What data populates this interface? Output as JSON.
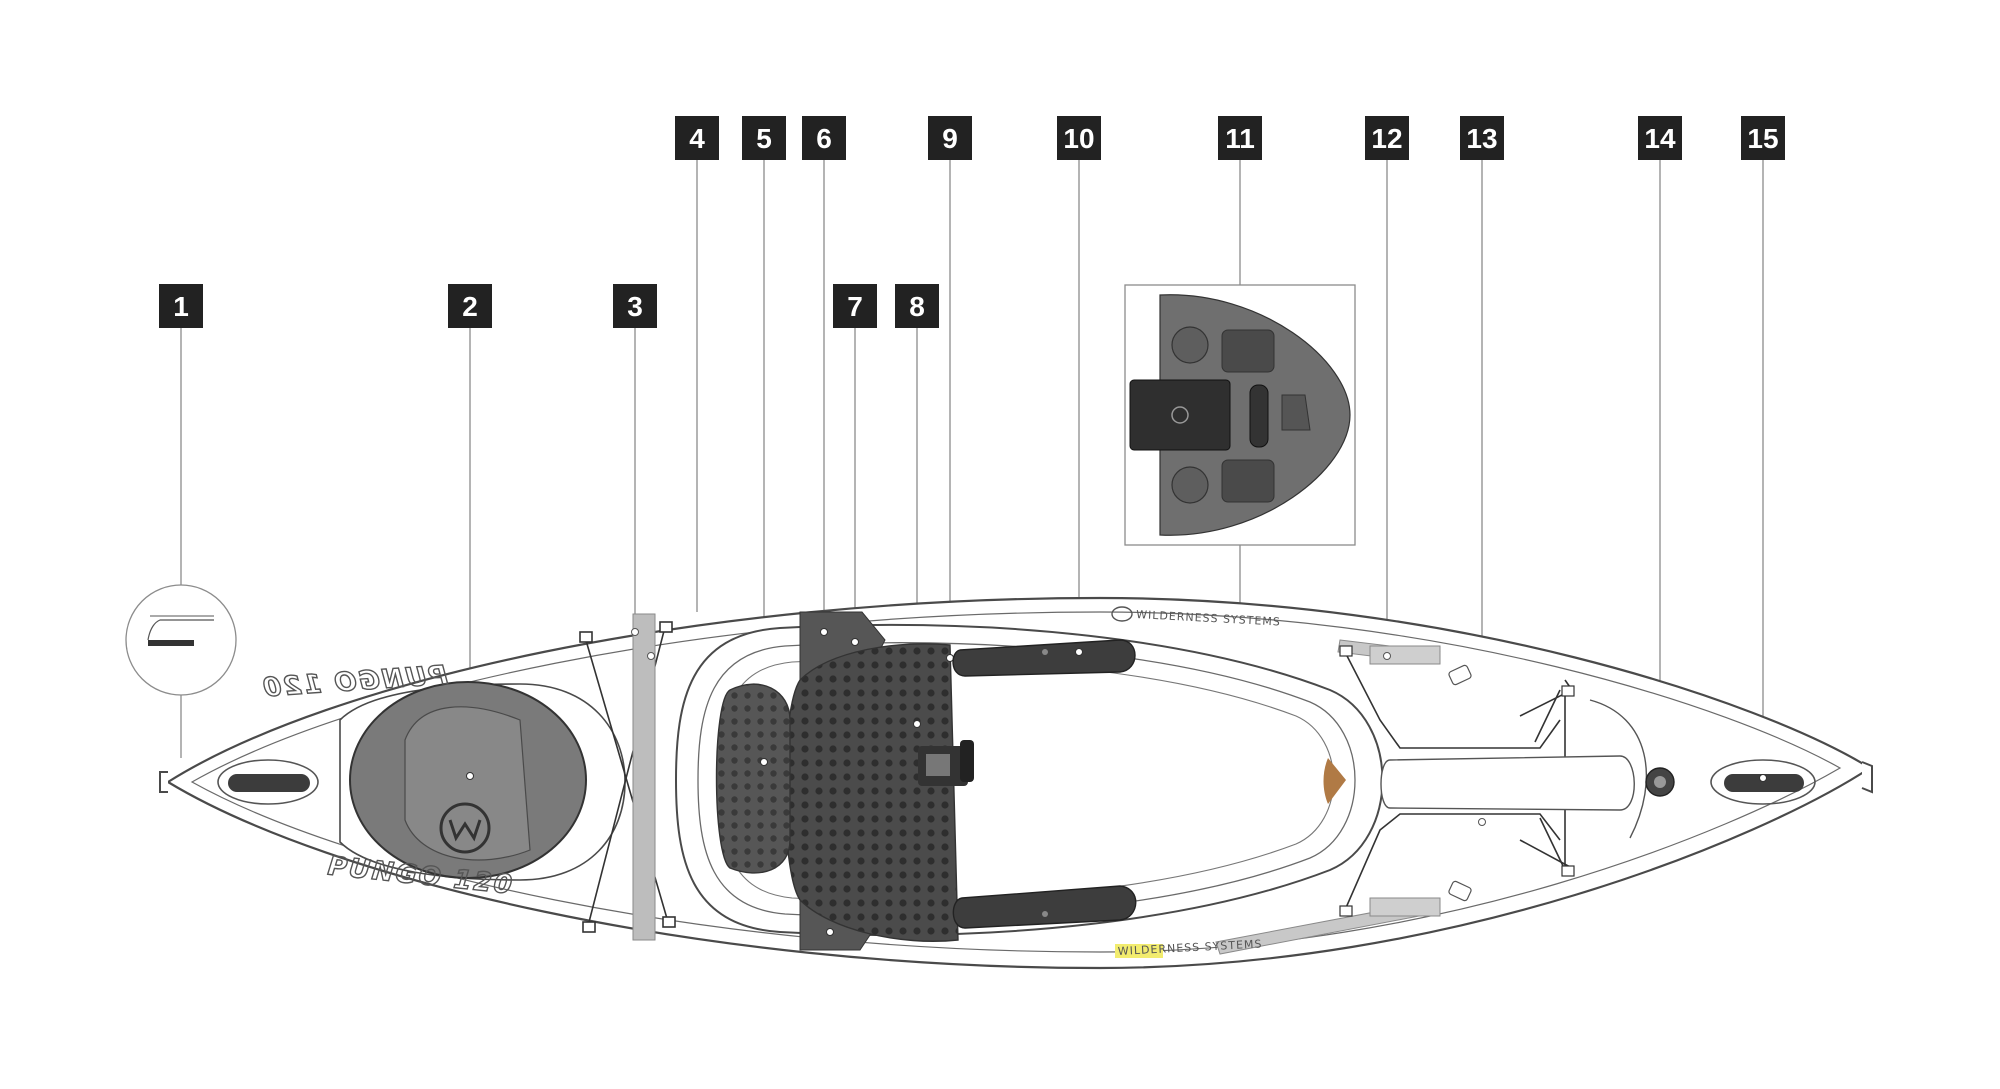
{
  "diagram": {
    "callouts": [
      "1",
      "2",
      "3",
      "4",
      "5",
      "6",
      "7",
      "8",
      "9",
      "10",
      "11",
      "12",
      "13",
      "14",
      "15"
    ],
    "hull_model_text": "PUNGO 120",
    "brand_text": "WILDERNESS SYSTEMS",
    "colors": {
      "callout_box": "#222222",
      "hull_outline": "#4a4a4a",
      "hatch_cover": "#7a7a7a",
      "seat_pad": "#555555",
      "console": "#6f6f6f",
      "skeg_tan": "#b07a45",
      "label_yellow": "#f2ec6e",
      "leader_line": "#8c8c8c"
    }
  }
}
